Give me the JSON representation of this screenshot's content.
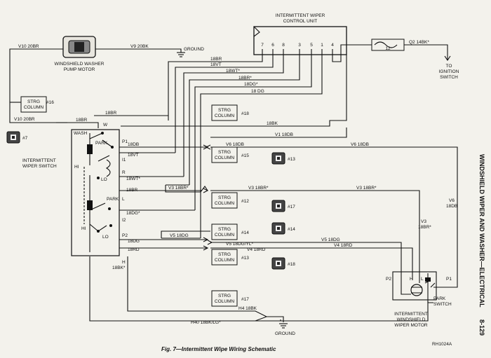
{
  "components": {
    "control_unit": "INTERMITTENT WIPER\nCONTROL UNIT",
    "control_pins": [
      "7",
      "6",
      "8",
      "3",
      "5",
      "1",
      "4"
    ],
    "washer_motor": "WINDSHIELD WASHER\nPUMP MOTOR",
    "wiper_switch": "INTERMITTENT\nWIPER SWITCH",
    "wiper_motor": "INTERMITTENT\nWINDSHIELD\nWIPER MOTOR",
    "park_switch": "PARK\nSWITCH",
    "ignition": "TO\nIGNITION\nSWITCH",
    "ground": "GROUND",
    "fuse": "12",
    "strg_column": "STRG\nCOLUMN"
  },
  "switch_labels": {
    "wash": "WASH",
    "w": "W",
    "park": "PARK",
    "p1": "P1",
    "i1": "I1",
    "lo": "LO",
    "r": "R",
    "hi": "HI",
    "park2": "PARK",
    "l": "L",
    "i2": "I2",
    "p2": "P2",
    "h": "H",
    "hi2": "HI",
    "lo2": "LO"
  },
  "motor_labels": {
    "p2": "P2",
    "h": "H",
    "l": "L",
    "p1": "P1"
  },
  "connector_refs": [
    "#7",
    "#13",
    "#17",
    "#14",
    "#18"
  ],
  "strg_refs": [
    "#16",
    "#18",
    "#15",
    "#12",
    "#14",
    "#13",
    "#17"
  ],
  "wires": {
    "v10": "V10 20BR",
    "v9": "V9 20BK",
    "q2": "Q2 14BK*",
    "w18br_a": "18BR",
    "w18vt": "18VT",
    "w18wt_a": "18WT*",
    "w18br_b": "18BR*",
    "w18dg_a": "18DG*",
    "w18dg_b": "18 DG",
    "w18br_c": "18BR",
    "v10b": "V10 20BR",
    "w18br_d": "18BR",
    "w18bk": "18BK",
    "v1": "V1 18DB",
    "w18db_sw": "18DB",
    "v6a": "V6 18DB",
    "v6b": "V6 18DB",
    "w18vt_sw": "18VT",
    "w18wt_sw": "18WT*",
    "v3a": "V3 18BR*",
    "w18br_sw": "18BR",
    "v3b": "V3 18BR*",
    "v3c": "V3 18BR*",
    "v3d": "V3\n18BR*",
    "v6c": "V6\n18DB",
    "w18dg_sw": "18DG*",
    "v5a": "V5 18DG",
    "w18dg_sw2": "18DG",
    "v5b": "V5 18DG/YL*",
    "v5c": "V5 18DG",
    "w18rd_sw": "18RD",
    "v4a": "V4 18RD",
    "v4b": "V4 18RD",
    "w18bk_sw": "18BK*",
    "h4": "H4 18BK",
    "h40": "H40 18BK/LG*"
  },
  "caption": "Fig. 7—Intermittent Wipe Wiring Schematic",
  "ref_code": "RH1024A",
  "side_title": "WINDSHIELD WIPER AND WASHER—ELECTRICAL",
  "page_number": "8-129"
}
